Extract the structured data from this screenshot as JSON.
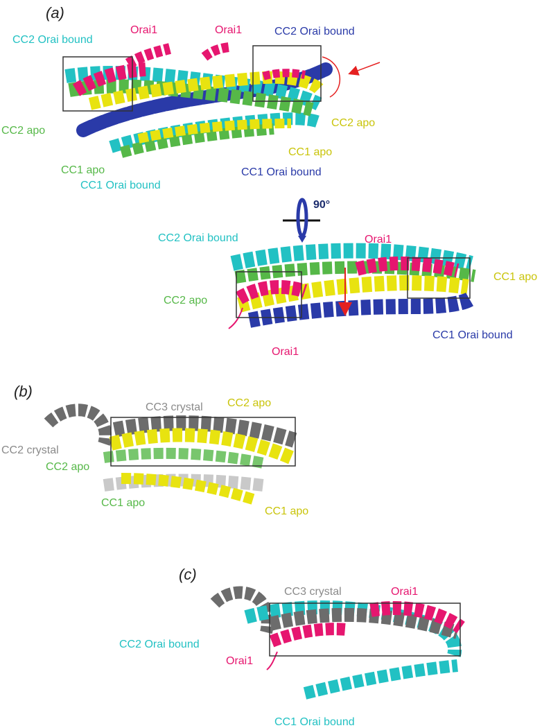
{
  "colors": {
    "orai": "#e6166f",
    "cc2_bound": "#22c1c3",
    "cc1_bound": "#2a3aa8",
    "cc2_apo": "#56b848",
    "cc1_apo": "#e8e310",
    "crystal": "#6c6c6c",
    "arrow": "#e52020",
    "box": "#333333"
  },
  "panels": {
    "a": {
      "tag": "(a)",
      "top_view": {
        "cc2_bound": "CC2 Orai bound",
        "orai_1": "Orai1",
        "orai_2": "Orai1",
        "cc2_bound_right": "CC2 Orai bound",
        "cc2_apo_left": "CC2 apo",
        "cc2_apo_right": "CC2 apo",
        "cc1_apo_right": "CC1 apo",
        "cc1_apo_left": "CC1 apo",
        "cc1_bound_right": "CC1 Orai bound",
        "cc1_bound_left": "CC1 Orai bound"
      },
      "rotation": "90°",
      "side_view": {
        "cc2_bound": "CC2 Orai bound",
        "orai_top": "Orai1",
        "cc1_apo": "CC1 apo",
        "cc2_apo": "CC2 apo",
        "cc1_bound": "CC1 Orai bound",
        "orai_bottom": "Orai1"
      }
    },
    "b": {
      "tag": "(b)",
      "cc3_crystal": "CC3 crystal",
      "cc2_apo_top": "CC2 apo",
      "cc2_crystal": "CC2 crystal",
      "cc2_apo": "CC2 apo",
      "cc1_apo_left": "CC1 apo",
      "cc1_apo_right": "CC1 apo"
    },
    "c": {
      "tag": "(c)",
      "cc3_crystal": "CC3 crystal",
      "orai_top": "Orai1",
      "cc2_bound": "CC2 Orai bound",
      "orai_left": "Orai1",
      "cc1_bound": "CC1 Orai bound"
    }
  }
}
